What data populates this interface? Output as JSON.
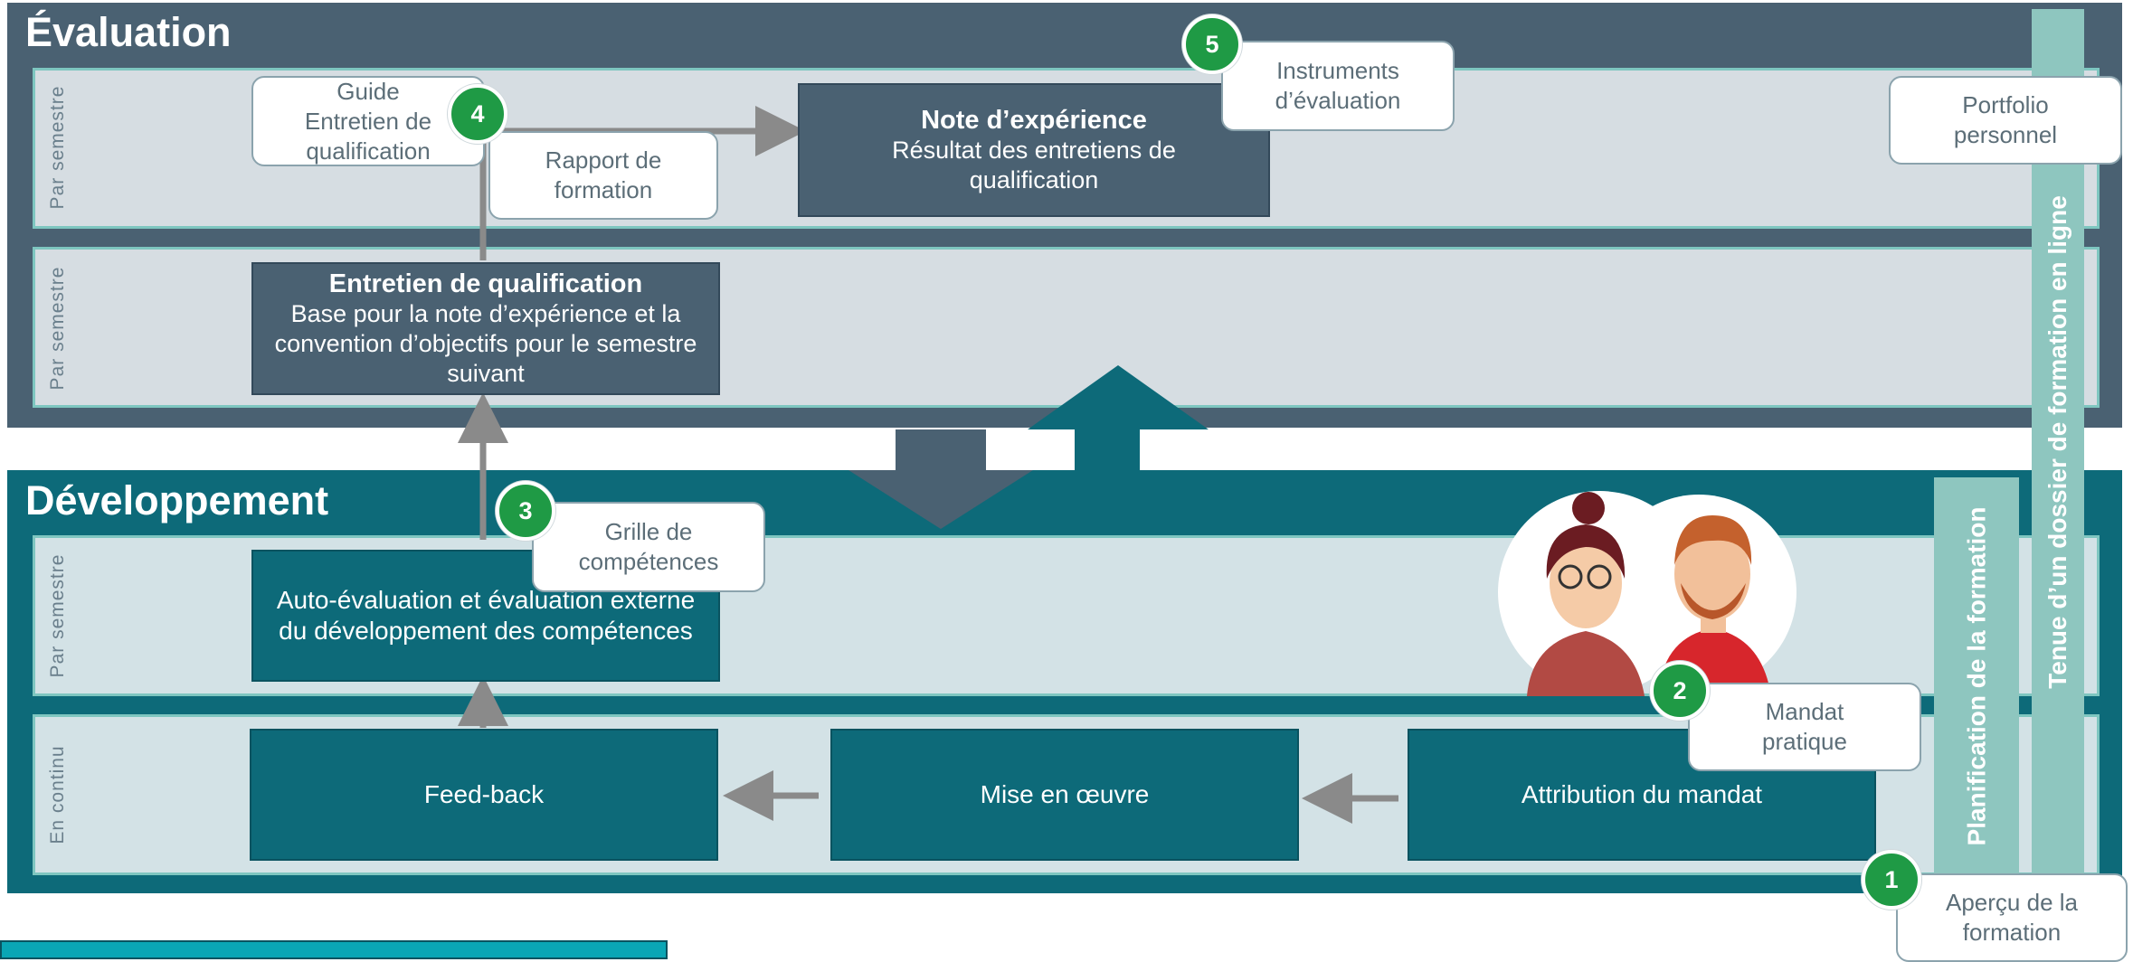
{
  "evaluation": {
    "title": "Évaluation",
    "row_labels": [
      "Par semestre",
      "Par semestre"
    ],
    "entretien": {
      "title": "Entretien de qualification",
      "body": "Base pour la note d’expérience et la convention d’objectifs pour le semestre suivant"
    },
    "note": {
      "title": "Note d’expérience",
      "body": "Résultat des entretiens de qualification"
    }
  },
  "developpement": {
    "title": "Développement",
    "row_labels": [
      "Par semestre",
      "En continu"
    ],
    "auto_eval": "Auto-évaluation et évaluation externe du développement des compétences",
    "feedback": "Feed-back",
    "mise": "Mise en œuvre",
    "attribution": "Attribution du mandat"
  },
  "callouts": {
    "guide": "Guide Entretien de qualification",
    "rapport": "Rapport de formation",
    "instruments": "Instruments d’évaluation",
    "portfolio": "Portfolio personnel",
    "grille": "Grille de compétences",
    "mandat": "Mandat pratique",
    "apercu": "Aperçu de la formation"
  },
  "badges": [
    "1",
    "2",
    "3",
    "4",
    "5"
  ],
  "sidebars": {
    "planification": "Planification de la formation",
    "tenue": "Tenue d’un dossier de formation en ligne"
  },
  "colors": {
    "evaluation": "#4a6172",
    "developpement": "#0d6a79",
    "badge": "#1f9a45",
    "sidebar": "#8ec6bf"
  }
}
